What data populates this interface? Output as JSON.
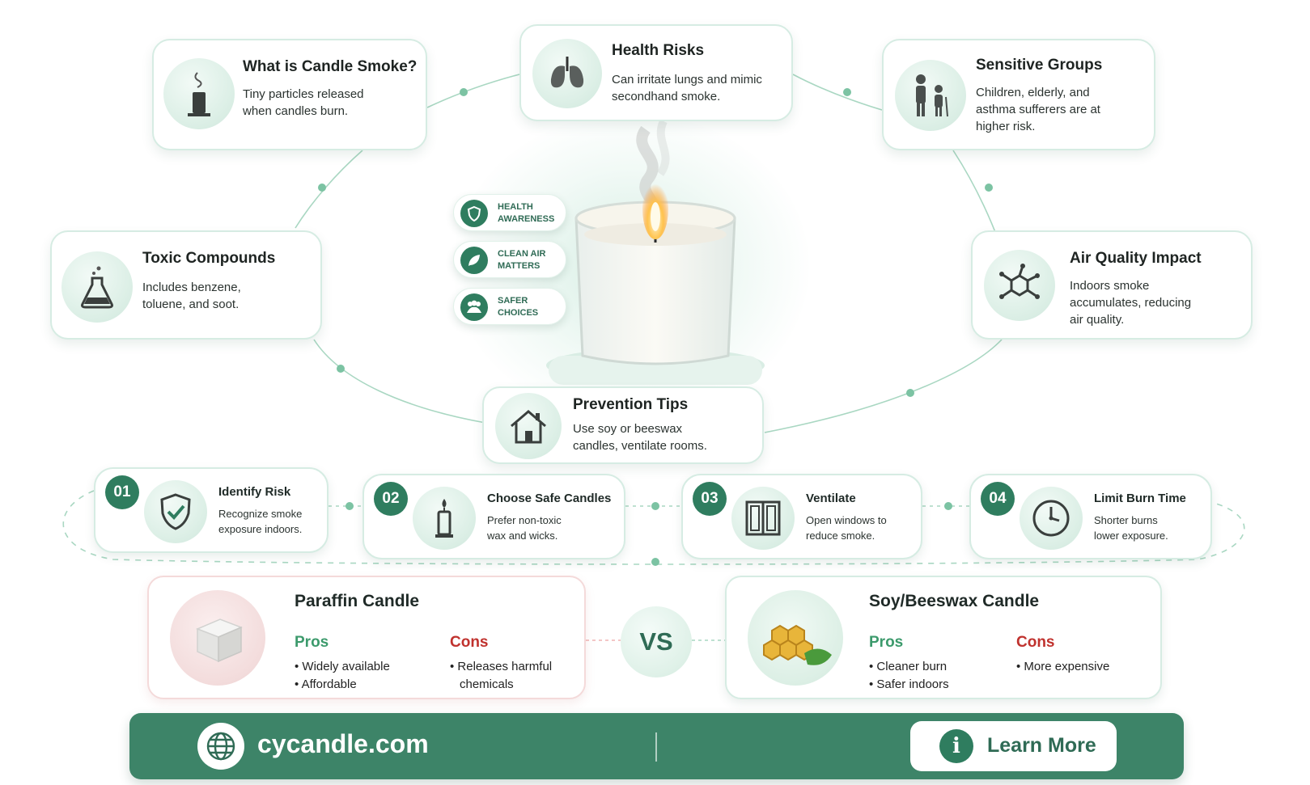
{
  "colors": {
    "accent": "#2f7d5f",
    "footer": "#3d8468",
    "pros": "#3c9a6c",
    "cons": "#c0322e"
  },
  "cards": {
    "what": {
      "title": "What is Candle Smoke?",
      "text": "Tiny particles released when candles burn.",
      "icon": "candle-smoke-icon"
    },
    "health": {
      "title": "Health Risks",
      "text": "Can irritate lungs and mimic secondhand smoke.",
      "icon": "lungs-icon"
    },
    "sensitive": {
      "title": "Sensitive Groups",
      "text": "Children, elderly, and asthma sufferers are at higher risk.",
      "icon": "family-icon"
    },
    "toxic": {
      "title": "Toxic Compounds",
      "text": "Includes benzene, toluene, and soot.",
      "icon": "flask-icon"
    },
    "air": {
      "title": "Air Quality Impact",
      "text": "Indoors smoke accumulates, reducing air quality.",
      "icon": "molecule-icon"
    },
    "prevention": {
      "title": "Prevention Tips",
      "text": "Use soy or beeswax candles, ventilate rooms.",
      "icon": "house-icon"
    }
  },
  "badges": [
    {
      "label": "HEALTH\nAWARENESS",
      "icon": "shield-icon"
    },
    {
      "label": "CLEAN AIR\nMATTERS",
      "icon": "leaf-icon"
    },
    {
      "label": "SAFER\nCHOICES",
      "icon": "people-icon"
    }
  ],
  "steps": [
    {
      "num": "01",
      "title": "Identify Risk",
      "text": "Recognize smoke exposure indoors.",
      "icon": "shield-check-icon"
    },
    {
      "num": "02",
      "title": "Choose Safe Candles",
      "text": "Prefer non-toxic wax and wicks.",
      "icon": "candle-icon"
    },
    {
      "num": "03",
      "title": "Ventilate",
      "text": "Open windows to reduce smoke.",
      "icon": "window-icon"
    },
    {
      "num": "04",
      "title": "Limit Burn Time",
      "text": "Shorter burns lower exposure.",
      "icon": "clock-icon"
    }
  ],
  "compare": {
    "vs": "VS",
    "paraffin": {
      "title": "Paraffin Candle",
      "pros_label": "Pros",
      "cons_label": "Cons",
      "pros": [
        "Widely available",
        "Affordable"
      ],
      "cons": [
        "Releases harmful chemicals"
      ]
    },
    "soy": {
      "title": "Soy/Beeswax Candle",
      "pros_label": "Pros",
      "cons_label": "Cons",
      "pros": [
        "Cleaner burn",
        "Safer indoors"
      ],
      "cons": [
        "More expensive"
      ]
    }
  },
  "footer": {
    "site": "cycandle.com",
    "cta": "Learn More"
  }
}
